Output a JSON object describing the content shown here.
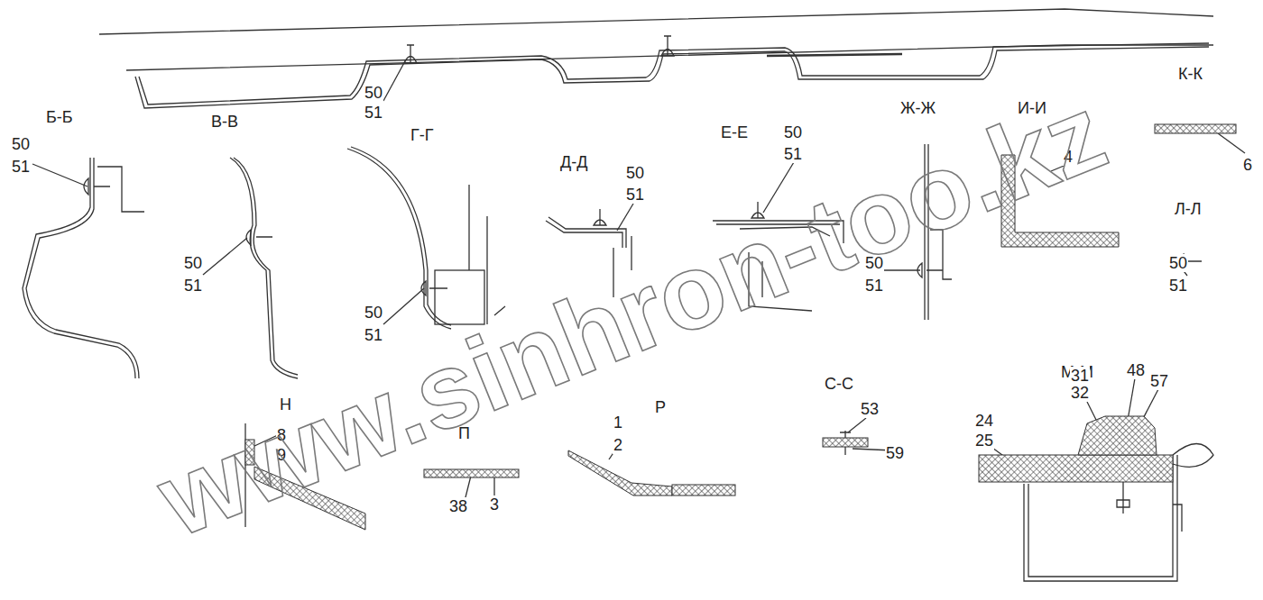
{
  "diagram": {
    "labels": [
      "50",
      "51",
      "Б-Б",
      "50",
      "51",
      "В-В",
      "Г-Г",
      "Д-Д",
      "50",
      "51",
      "Е-Е",
      "50",
      "51",
      "Ж-Ж",
      "И-И",
      "4",
      "К-К",
      "6",
      "Л-Л",
      "50",
      "51",
      "50",
      "51",
      "50",
      "51",
      "50",
      "51",
      "С-С",
      "М-М",
      "Н",
      "Р",
      "31",
      "32",
      "48",
      "57",
      "53",
      "8",
      "9",
      "П",
      "1",
      "2",
      "24",
      "25",
      "59",
      "38",
      "3",
      "www.sinhron-too.kz"
    ]
  }
}
